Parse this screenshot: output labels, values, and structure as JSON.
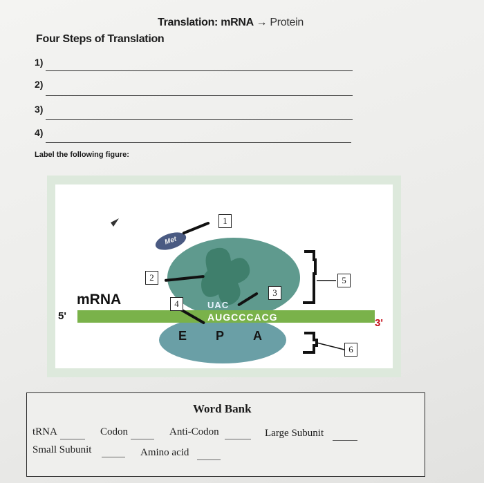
{
  "worksheet": {
    "title": "Translation: mRNA",
    "title_arrow": "→",
    "title_end": "Protein",
    "heading": "Four Steps of Translation",
    "steps": [
      "1)",
      "2)",
      "3)",
      "4)"
    ],
    "label_instruction": "Label the following figure:"
  },
  "figure": {
    "met_label": "Met",
    "mrna_label": "mRNA",
    "five_prime": "5'",
    "three_prime": "3'",
    "anticodon": "UAC",
    "codons": "AUGCCCACG",
    "sites": [
      "E",
      "P",
      "A"
    ],
    "box_numbers": [
      "1",
      "2",
      "3",
      "4",
      "5",
      "6"
    ],
    "colors": {
      "large_subunit": "#5f9a8e",
      "small_subunit": "#6a9fa6",
      "mrna_strand": "#7ab24a",
      "trna": "#3f7f6c",
      "three_prime_label": "#c4101a"
    }
  },
  "word_bank": {
    "title": "Word Bank",
    "terms": [
      "tRNA",
      "Codon",
      "Anti-Codon",
      "Large Subunit",
      "Small Subunit",
      "Amino acid"
    ]
  }
}
